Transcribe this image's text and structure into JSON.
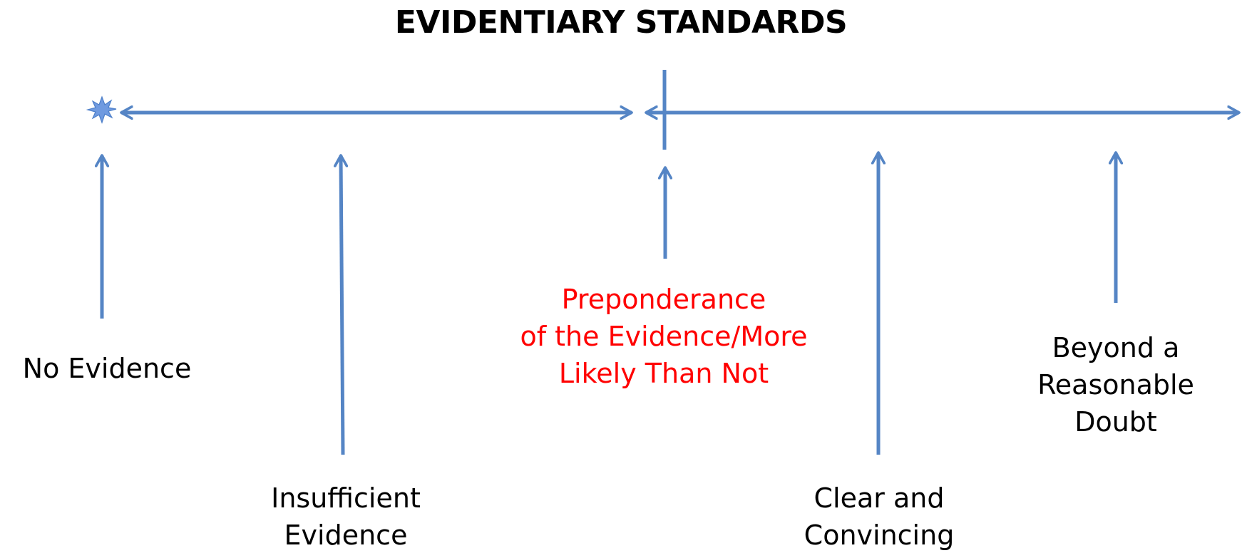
{
  "title": "EVIDENTIARY STANDARDS",
  "colors": {
    "line": "#5585c5",
    "text": "#000000",
    "highlight": "#ff0000",
    "star": "#6f9ae0"
  },
  "icons": [
    "starburst-icon"
  ],
  "standards": [
    {
      "id": "no-evidence",
      "lines": [
        "No Evidence"
      ]
    },
    {
      "id": "insufficient-evidence",
      "lines": [
        "Insufficient",
        "Evidence"
      ]
    },
    {
      "id": "preponderance",
      "lines": [
        "Preponderance",
        "of the Evidence/More",
        "Likely Than Not"
      ],
      "highlighted": true
    },
    {
      "id": "clear-and-convincing",
      "lines": [
        "Clear and",
        "Convincing"
      ]
    },
    {
      "id": "beyond-reasonable-doubt",
      "lines": [
        "Beyond a",
        "Reasonable",
        "Doubt"
      ]
    }
  ]
}
